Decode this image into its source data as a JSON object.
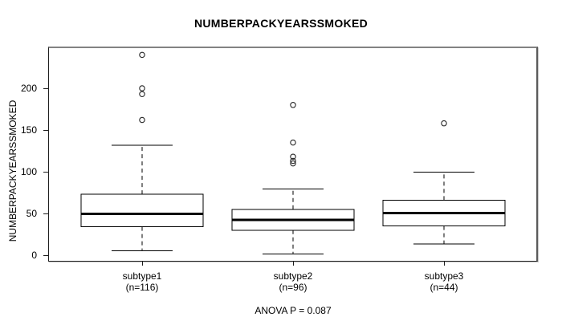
{
  "title": "NUMBERPACKYEARSSMOKED",
  "footnote": "ANOVA P = 0.087",
  "colors": {
    "background": "#ffffff",
    "stroke": "#000000",
    "frame_highlight": "#828282"
  },
  "chart_data": {
    "type": "box",
    "title": "NUMBERPACKYEARSSMOKED",
    "xlabel": "",
    "ylabel": "NUMBERPACKYEARSSMOKED",
    "footnote": "ANOVA P = 0.087",
    "grid": false,
    "legend": false,
    "y_axis": {
      "ticks": [
        0,
        50,
        100,
        150,
        200
      ],
      "ylim": [
        -7,
        250
      ]
    },
    "groups": [
      {
        "label": "subtype1",
        "sublabel": "(n=116)",
        "n": 116,
        "whisker_low": 6,
        "q1": 34,
        "median": 50,
        "q3": 73,
        "whisker_high": 132,
        "outliers": [
          162,
          193,
          200,
          240
        ]
      },
      {
        "label": "subtype2",
        "sublabel": "(n=96)",
        "n": 96,
        "whisker_low": 2,
        "q1": 30,
        "median": 43,
        "q3": 55,
        "whisker_high": 80,
        "outliers": [
          110,
          113,
          118,
          135,
          180
        ]
      },
      {
        "label": "subtype3",
        "sublabel": "(n=44)",
        "n": 44,
        "whisker_low": 14,
        "q1": 35,
        "median": 51,
        "q3": 66,
        "whisker_high": 100,
        "outliers": [
          158
        ]
      }
    ]
  }
}
